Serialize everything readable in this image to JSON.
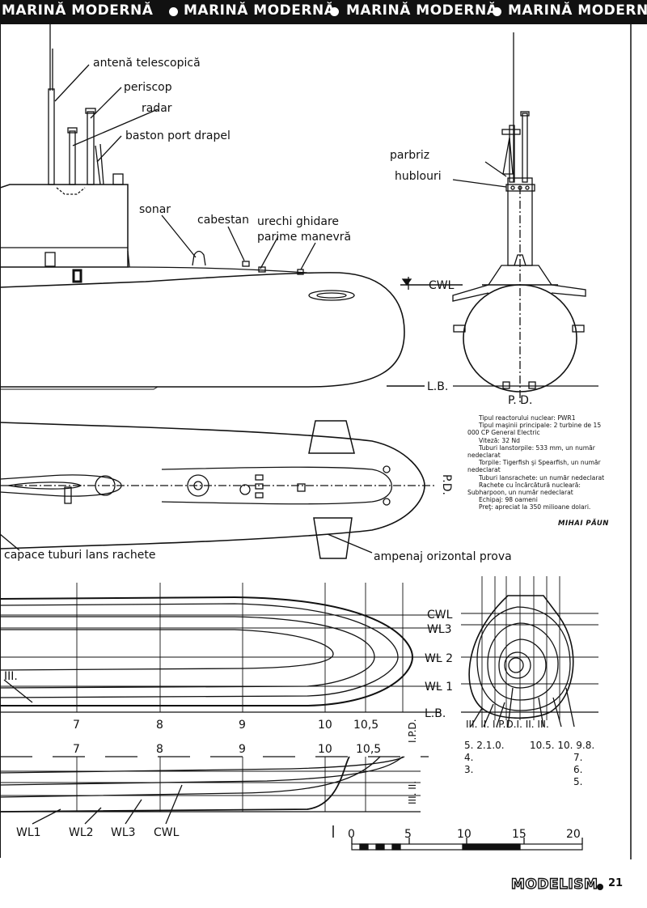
{
  "banner": {
    "text": "MARINĂ MODERNĂ"
  },
  "profile": {
    "antena": "antenă telescopică",
    "periscop": "periscop",
    "radar": "radar",
    "baston": "baston port drapel",
    "sonar": "sonar",
    "cabestan": "cabestan",
    "urechi": "urechi ghidare",
    "parime": "parime manevră",
    "cwl": "CWL",
    "lb": "L.B."
  },
  "front": {
    "parbriz": "parbriz",
    "hublouri": "hublouri",
    "pd": "P. D."
  },
  "plan": {
    "capace": "capace tuburi lans rachete",
    "ampenaj": "ampenaj orizontal prova",
    "pd": "P.D."
  },
  "specs": [
    "Tipul reactorului nuclear: PWR1",
    "Tipul maşinii principale: 2 turbine de 15 000 CP General Electric",
    "Viteză: 32 Nd",
    "Tuburi lanstorpile: 533 mm, un număr nedeclarat",
    "Torpile: Tigerfish şi Spearfish, un număr nedeclarat",
    "Tuburi lansrachete: un număr nedeclarat",
    "Rachete cu încărcătură nucleară: Subharpoon, un număr nedeclarat",
    "Echipaj: 98 oameni",
    "Preţ: apreciat la 350 milioane dolari."
  ],
  "author": "MIHAI PĂUN",
  "lines": {
    "cwl": "CWL",
    "wl3": "WL3",
    "wl2": "WL 2",
    "wl1": "WL 1",
    "lb": "L.B.",
    "st7": "7",
    "st8": "8",
    "st9": "9",
    "st10": "10",
    "st105": "10,5",
    "bt7": "7",
    "bt8": "8",
    "bt9": "9",
    "bt10": "10",
    "bt105": "10,5",
    "ipd": "I.P.D.",
    "iii_ii": "III. II.",
    "iii_left": "III.",
    "bwl1": "WL1",
    "bwl2": "WL2",
    "bwl3": "WL3",
    "bcwl": "CWL",
    "stat_top": "III. II. I.P.D.I. II. III.",
    "stat_bl1": "5. 2.1.0.",
    "stat_bl2": "4.",
    "stat_bl3": "3.",
    "stat_br1": "10.5. 10. 9.8.",
    "stat_br2": "7.",
    "stat_br3": "6.",
    "stat_br4": "5."
  },
  "scale": {
    "s0": "0",
    "s5": "5",
    "s10": "10",
    "s15": "15",
    "s20": "20"
  },
  "footer": {
    "brand": "MODELISM",
    "page": "21"
  }
}
